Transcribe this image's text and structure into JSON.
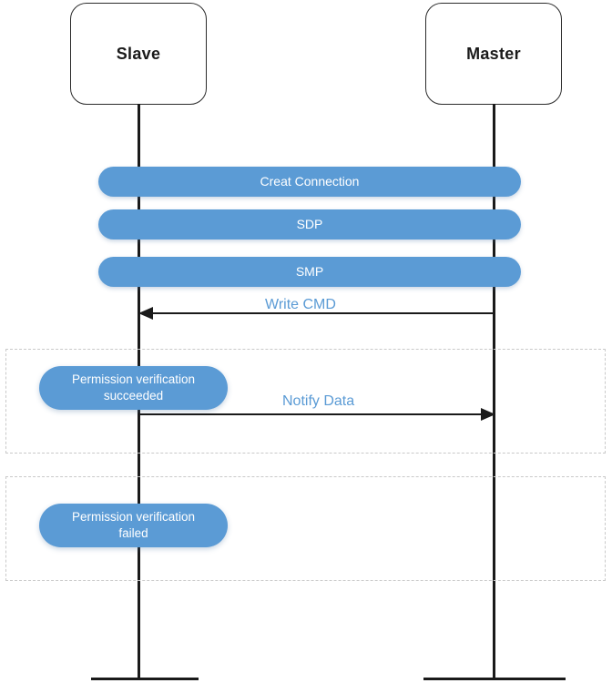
{
  "diagram": {
    "type": "sequence-diagram",
    "title": "",
    "background_color": "#ffffff",
    "accent_color": "#5b9bd5",
    "line_color": "#1a1a1a",
    "fragment_border_color": "#c9c9c9"
  },
  "participants": [
    {
      "id": "slave",
      "label": "Slave"
    },
    {
      "id": "master",
      "label": "Master"
    }
  ],
  "message_bars": [
    {
      "id": "create-connection",
      "label": "Creat Connection"
    },
    {
      "id": "sdp",
      "label": "SDP"
    },
    {
      "id": "smp",
      "label": "SMP"
    }
  ],
  "arrows": [
    {
      "id": "write-cmd",
      "label": "Write CMD",
      "direction": "master-to-slave"
    },
    {
      "id": "notify-data",
      "label": "Notify Data",
      "direction": "slave-to-master"
    }
  ],
  "notes": [
    {
      "id": "permission-succeeded",
      "line1": "Permission verification",
      "line2": "succeeded"
    },
    {
      "id": "permission-failed",
      "line1": "Permission verification",
      "line2": "failed"
    }
  ],
  "fragments": [
    {
      "id": "fragment-success",
      "label": ""
    },
    {
      "id": "fragment-failure",
      "label": ""
    }
  ]
}
